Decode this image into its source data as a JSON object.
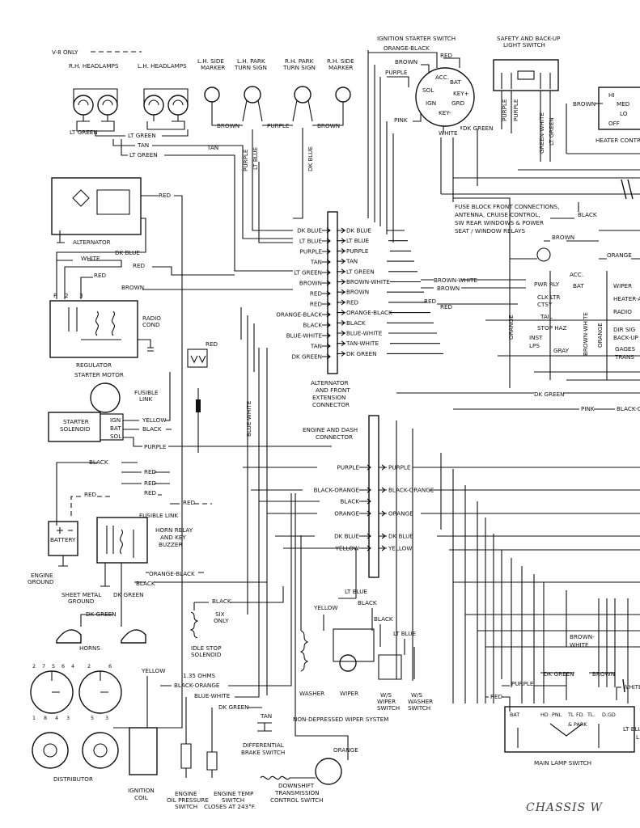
{
  "legend": {
    "v8_only": "V-8 ONLY"
  },
  "components": {
    "rh_headlamps": "R.H. HEADLAMPS",
    "lh_headlamps": "L.H. HEADLAMPS",
    "lh_side_marker": [
      "L.H. SIDE",
      "MARKER"
    ],
    "lh_park_turn": [
      "L.H. PARK",
      "TURN SIGN"
    ],
    "rh_park_turn": [
      "R.H. PARK",
      "TURN SIGN"
    ],
    "rh_side_marker": [
      "R.H. SIDE",
      "MARKER"
    ],
    "ignition_starter_switch": "IGNITION STARTER SWITCH",
    "ign_switch_terms": [
      "ACC.",
      "BAT",
      "SOL",
      "KEY+",
      "IGN",
      "GRD",
      "KEY-"
    ],
    "safety_backup_switch": [
      "SAFETY AND BACK-UP",
      "LIGHT SWITCH"
    ],
    "heater_control": "HEATER CONTR",
    "heater_terms": [
      "HI",
      "MED",
      "LO",
      "OFF"
    ],
    "alternator": "ALTERNATOR",
    "regulator": "REGULATOR",
    "regulator_terms": [
      "F",
      "2",
      "3"
    ],
    "radio_cond": [
      "RADIO",
      "COND"
    ],
    "starter_motor": "STARTER MOTOR",
    "fusible_link": [
      "FUSIBLE",
      "LINK"
    ],
    "starter_solenoid": [
      "STARTER",
      "SOLENOID"
    ],
    "solenoid_terms": [
      "IGN",
      "BAT",
      "SOL"
    ],
    "fusible_link2": "FUSIBLE LINK",
    "battery": "BATTERY",
    "engine_ground": [
      "ENGINE",
      "GROUND"
    ],
    "sheet_metal_ground": [
      "SHEET METAL",
      "GROUND"
    ],
    "horn_relay": [
      "HORN RELAY",
      "AND KEY",
      "BUZZER"
    ],
    "horns": "HORNS",
    "idle_stop": [
      "IDLE STOP",
      "SOLENOID"
    ],
    "six_only": [
      "SIX",
      "ONLY"
    ],
    "distributor": "DISTRIBUTOR",
    "dist_numbers_a_top": [
      "2",
      "7",
      "5",
      "6",
      "4"
    ],
    "dist_numbers_b_top": [
      "2",
      "6"
    ],
    "dist_numbers_a_bot": [
      "1",
      "8",
      "4",
      "3"
    ],
    "dist_numbers_b_bot": [
      "5",
      "3"
    ],
    "ignition_coil": [
      "IGNITION",
      "COIL"
    ],
    "resistor": "1.35 OHMS",
    "oil_pressure": [
      "ENGINE",
      "OIL PRESSURE",
      "SWITCH"
    ],
    "temp_switch": [
      "ENGINE TEMP",
      "SWITCH",
      "CLOSES AT 243°F."
    ],
    "differential_brake": [
      "DIFFERENTIAL",
      "BRAKE SWITCH"
    ],
    "downshift": [
      "DOWNSHIFT",
      "TRANSMISSION",
      "CONTROL SWITCH"
    ],
    "alt_connector": [
      "ALTERNATOR",
      "AND FRONT",
      "EXTENSION",
      "CONNECTOR"
    ],
    "engine_dash_connector": [
      "ENGINE AND DASH",
      "CONNECTOR"
    ],
    "fuse_block": [
      "FUSE BLOCK FRONT CONNECTIONS,",
      "ANTENNA, CRUISE CONTROL,",
      "SW REAR WINDOWS & POWER",
      "SEAT / WINDOW RELAYS"
    ],
    "fuse_labels": [
      "ACC.",
      "PWR RLY",
      "BAT",
      "CLK LTR",
      "CTSY",
      "TAIL",
      "STOP HAZ",
      "INST",
      "LPS",
      "GRAY",
      "WIPER",
      "HEATER-A",
      "RADIO",
      "DIR SIG",
      "BACK-UP",
      "GAGES",
      "TRANS"
    ],
    "washer": "WASHER",
    "wiper": "WIPER",
    "ws_wiper_switch": [
      "W/S",
      "WIPER",
      "SWITCH"
    ],
    "ws_washer_switch": [
      "W/S",
      "WASHER",
      "SWITCH"
    ],
    "wiper_system": "NON-DEPRESSED WIPER SYSTEM",
    "main_lamp_switch": "MAIN LAMP SWITCH",
    "main_lamp_terms": [
      "BAT",
      "HD",
      "PNL",
      "TL",
      "FD.",
      "TL.",
      "D.GD",
      "& PARK"
    ],
    "lt_blu_edge": [
      "LT BLU",
      "L"
    ]
  },
  "wires": {
    "lt_green": "LT GREEN",
    "tan": "TAN",
    "brown": "BROWN",
    "purple": "PURPLE",
    "lt_blue": "LT BLUE",
    "dk_blue": "DK BLUE",
    "red": "RED",
    "white": "WHITE",
    "orange_black": "ORANGE-BLACK",
    "black": "BLACK",
    "blue_white": "BLUE-WHITE",
    "dk_green": "DK GREEN",
    "brown_white": "BROWN-WHITE",
    "tan_white": "TAN-WHITE",
    "yellow": "YELLOW",
    "black_orange": "BLACK-ORANGE",
    "orange": "ORANGE",
    "pink": "PINK",
    "green_white": "GREEN-WHITE",
    "gray": "GRAY",
    "black_or": "BLACK-OR",
    "brown_white_split": [
      "BROWN-",
      "WHITE"
    ]
  },
  "connector_left": [
    "DK BLUE",
    "LT BLUE",
    "PURPLE",
    "TAN",
    "LT GREEN",
    "BROWN",
    "RED",
    "RED",
    "ORANGE-BLACK",
    "BLACK",
    "BLUE-WHITE",
    "TAN",
    "DK GREEN"
  ],
  "connector_right": [
    "DK BLUE",
    "LT BLUE",
    "PURPLE",
    "TAN",
    "LT GREEN",
    "BROWN-WHITE",
    "BROWN",
    "RED",
    "ORANGE-BLACK",
    "BLACK",
    "BLUE-WHITE",
    "TAN-WHITE",
    "DK GREEN"
  ],
  "engine_conn_left": [
    "PURPLE",
    "BLACK-ORANGE",
    "BLACK",
    "ORANGE",
    "DK BLUE",
    "YELLOW"
  ],
  "engine_conn_right": [
    "PURPLE",
    "BLACK-ORANGE",
    "ORANGE",
    "DK BLUE",
    "YELLOW"
  ],
  "handwriting": "CHASSIS W"
}
